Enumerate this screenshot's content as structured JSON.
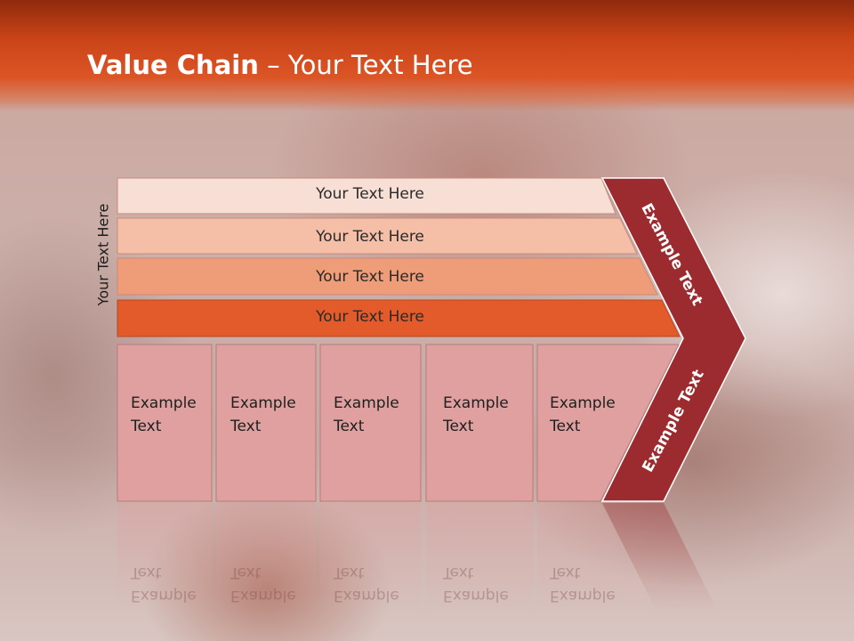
{
  "title": {
    "bold": "Value Chain",
    "rest": " – Your Text Here"
  },
  "side_label": "Your Text Here",
  "bands": [
    {
      "label": "Your Text Here",
      "color": "#f8dfd5"
    },
    {
      "label": "Your Text Here",
      "color": "#f4bea7"
    },
    {
      "label": "Your Text Here",
      "color": "#ef9c78"
    },
    {
      "label": "Your Text Here",
      "color": "#e35b2b"
    }
  ],
  "boxes": [
    {
      "line1": "Example",
      "line2": "Text"
    },
    {
      "line1": "Example",
      "line2": "Text"
    },
    {
      "line1": "Example",
      "line2": "Text"
    },
    {
      "line1": "Example",
      "line2": "Text"
    },
    {
      "line1": "Example",
      "line2": "Text"
    }
  ],
  "box_color": "#e0a0a0",
  "chevron": {
    "top_label": "Example Text",
    "bottom_label": "Example Text",
    "color": "#9c2b2f"
  }
}
